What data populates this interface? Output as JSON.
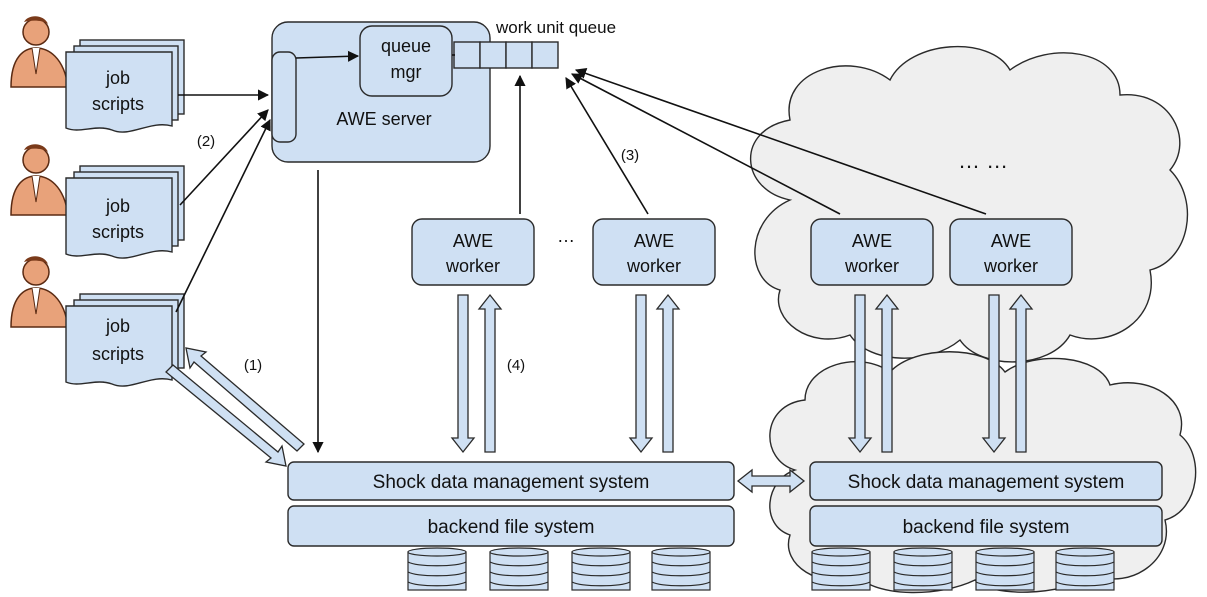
{
  "job_scripts": [
    {
      "line1": "job",
      "line2": "scripts"
    },
    {
      "line1": "job",
      "line2": "scripts"
    },
    {
      "line1": "job",
      "line2": "scripts"
    }
  ],
  "server": {
    "label": "AWE server",
    "queue_mgr": {
      "line1": "queue",
      "line2": "mgr"
    },
    "work_unit_queue_label": "work unit queue"
  },
  "workers": [
    {
      "line1": "AWE",
      "line2": "worker"
    },
    {
      "line1": "AWE",
      "line2": "worker"
    },
    {
      "line1": "AWE",
      "line2": "worker"
    },
    {
      "line1": "AWE",
      "line2": "worker"
    }
  ],
  "ellipsis_middle": "…",
  "ellipsis_cloud": "… …",
  "step_labels": {
    "s1": "(1)",
    "s2": "(2)",
    "s3": "(3)",
    "s4": "(4)"
  },
  "left_storage": {
    "shock": "Shock data management system",
    "backend": "backend file system"
  },
  "right_storage": {
    "shock": "Shock data management system",
    "backend": "backend file system"
  }
}
